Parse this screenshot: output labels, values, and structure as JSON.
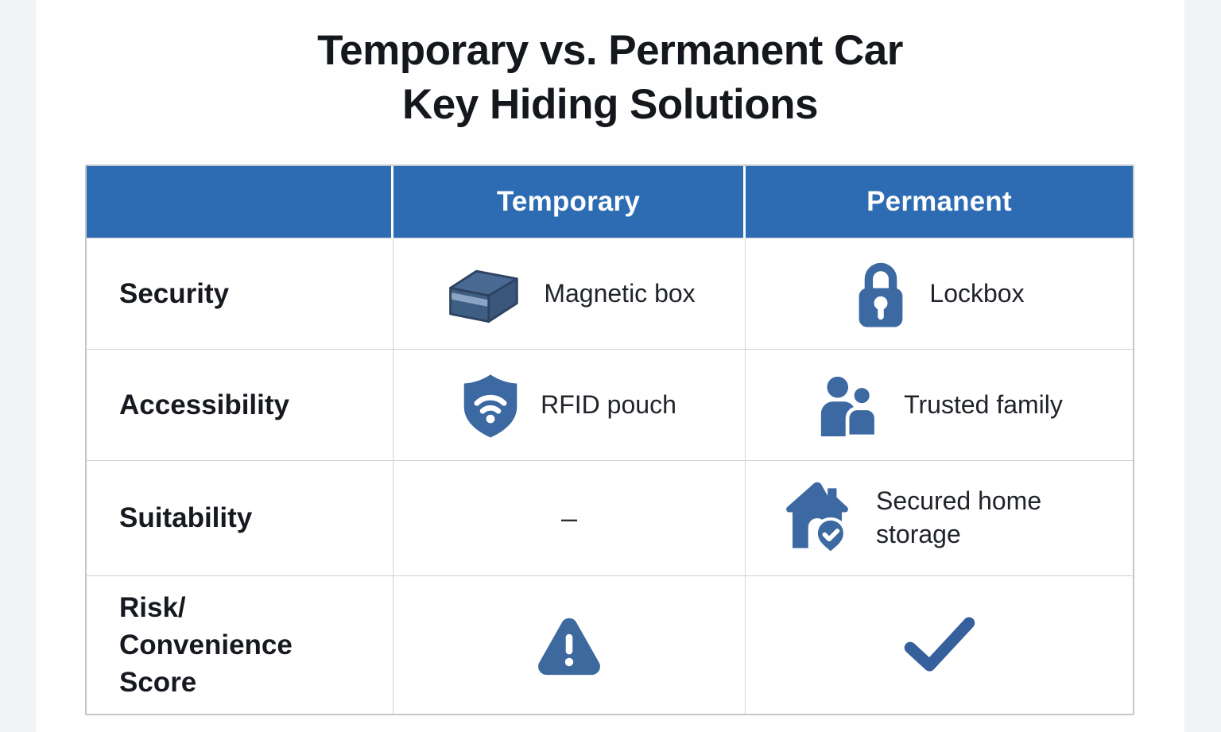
{
  "page": {
    "title": {
      "line1": "Temporary vs. Permanent Car",
      "line2": "Key Hiding Solutions"
    }
  },
  "table": {
    "columns": [
      {
        "label": ""
      },
      {
        "label": "Temporary"
      },
      {
        "label": "Permanent"
      }
    ],
    "rows": [
      {
        "label": "Security",
        "temporary": {
          "icon": "magnetic-box-icon",
          "text": "Magnetic box"
        },
        "permanent": {
          "icon": "lock-icon",
          "text": "Lockbox"
        }
      },
      {
        "label": "Accessibility",
        "temporary": {
          "icon": "shield-wifi-icon",
          "text": "RFID pouch"
        },
        "permanent": {
          "icon": "people-icon",
          "text": "Trusted family"
        }
      },
      {
        "label": "Suitability",
        "temporary": {
          "icon": null,
          "text": "–"
        },
        "permanent": {
          "icon": "house-check-icon",
          "text": "Secured home storage"
        }
      },
      {
        "label": "Risk/ Convenience Score",
        "temporary": {
          "icon": "warning-icon",
          "text": ""
        },
        "permanent": {
          "icon": "check-icon",
          "text": ""
        }
      }
    ]
  },
  "colors": {
    "page_background": "#f2f3f5",
    "panel_background": "#fefefe",
    "header_background": "#2d6cb2",
    "header_text": "#ffffff",
    "cell_border": "#ced3d8",
    "title_text": "#14171c",
    "label_text": "#16191f",
    "body_text": "#20242a",
    "icon_blue": "#3c69a2",
    "box_top": "#4a6a94",
    "box_front": "#3f5e84",
    "box_side": "#3a567a",
    "box_stripe": "#8ba3c4"
  },
  "chart_data": {
    "type": "table",
    "title": "Temporary vs. Permanent Car Key Hiding Solutions",
    "columns": [
      "",
      "Temporary",
      "Permanent"
    ],
    "rows": [
      [
        "Security",
        "Magnetic box",
        "Lockbox"
      ],
      [
        "Accessibility",
        "RFID pouch",
        "Trusted family"
      ],
      [
        "Suitability",
        "–",
        "Secured home storage"
      ],
      [
        "Risk/ Convenience Score",
        "warning-icon",
        "check-icon"
      ]
    ],
    "legend_position": "none",
    "grid": true
  }
}
